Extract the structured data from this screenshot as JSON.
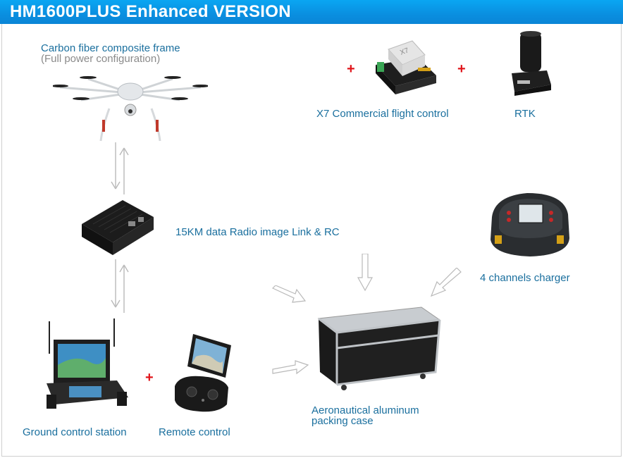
{
  "header": {
    "title": "HM1600PLUS Enhanced VERSION"
  },
  "colors": {
    "header_blue": "#0a8fe0",
    "label_blue": "#1a6f9e",
    "plus_red": "#e0141a"
  },
  "items": {
    "frame": {
      "title": "Carbon fiber composite frame",
      "subtitle": "(Full power configuration)"
    },
    "flight_control": {
      "label": "X7 Commercial flight control",
      "device_text": "X7"
    },
    "rtk": {
      "label": "RTK"
    },
    "radio": {
      "label": "15KM data Radio image Link & RC"
    },
    "charger": {
      "label": "4 channels charger"
    },
    "ground_station": {
      "label": "Ground control station"
    },
    "remote": {
      "label": "Remote control"
    },
    "case": {
      "label_line1": "Aeronautical aluminum",
      "label_line2": "packing case"
    }
  },
  "plus_sign": "+"
}
